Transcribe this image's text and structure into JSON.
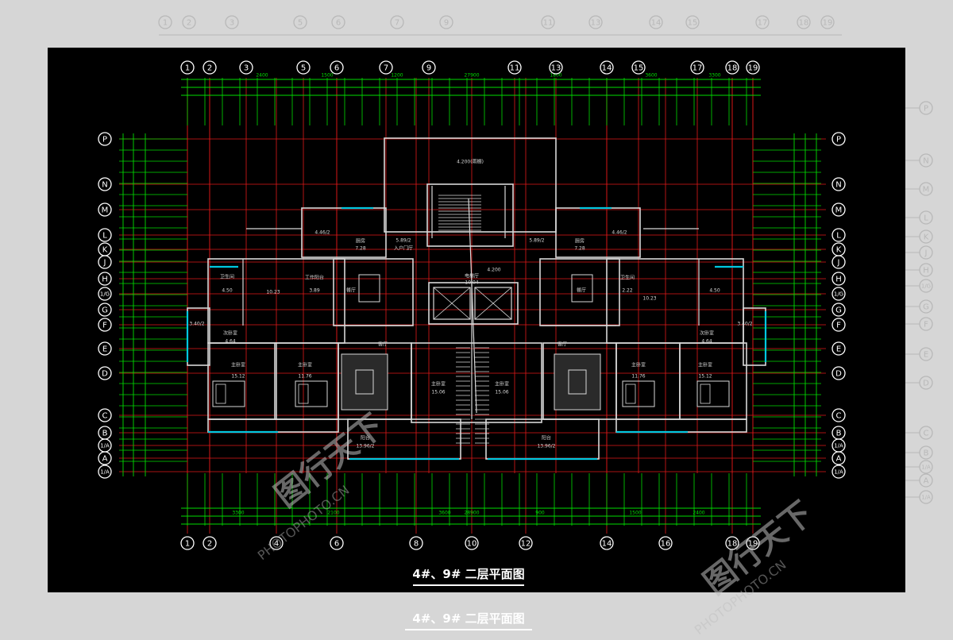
{
  "drawing": {
    "title": "4#、9# 二层平面图",
    "colors": {
      "background": "#000000",
      "page": "#d6d6d6",
      "axis_line": "#e01818",
      "dimension_line": "#00dd00",
      "wall": "#d8d8d8",
      "window": "#00c8e0",
      "bubble": "#ffffff",
      "ghost_bubble": "#b8b8b8"
    },
    "axes_top": [
      "1",
      "2",
      "3",
      "5",
      "6",
      "7",
      "9",
      "11",
      "13",
      "14",
      "15",
      "17",
      "18",
      "19"
    ],
    "axes_bottom": [
      "1",
      "2",
      "4",
      "6",
      "8",
      "10",
      "12",
      "14",
      "16",
      "18",
      "19"
    ],
    "axes_side": [
      "P",
      "N",
      "M",
      "L",
      "K",
      "J",
      "H",
      "1/G",
      "G",
      "F",
      "E",
      "D",
      "C",
      "B",
      "1/A",
      "A",
      "1/A"
    ],
    "ghost_top": [
      "1",
      "2",
      "3",
      "5",
      "6",
      "7",
      "9",
      "11",
      "13",
      "14",
      "15",
      "17",
      "18",
      "19"
    ],
    "ghost_right": [
      "P",
      "N",
      "M",
      "L",
      "K",
      "J",
      "H",
      "1/G",
      "G",
      "F",
      "E",
      "D",
      "C",
      "B",
      "1/A",
      "A",
      "1/A"
    ],
    "room_labels": [
      "4.200(雨棚)",
      "5.89/2",
      "入户门厅",
      "5.89/2",
      "4.200",
      "电梯厅",
      "10.04",
      "4.46/2",
      "厨房",
      "7.28",
      "厨房",
      "7.28",
      "4.46/2",
      "卫生间",
      "4.50",
      "10.23",
      "工作阳台",
      "3.89",
      "餐厅",
      "卫生间",
      "2.22",
      "餐厅",
      "10.23",
      "4.50",
      "3.40/2",
      "次卧室",
      "4.64",
      "主卧室",
      "15.12",
      "主卧室",
      "11.76",
      "主卧室",
      "15.06",
      "客厅",
      "主卧室",
      "15.06",
      "客厅",
      "主卧室",
      "11.76",
      "主卧室",
      "15.12",
      "3.40/2",
      "次卧室",
      "4.64",
      "阳台",
      "13.96/2",
      "阳台",
      "13.96/2"
    ],
    "dimension_samples": [
      "1200",
      "2400",
      "3300",
      "1500",
      "2100",
      "1800",
      "3600",
      "900",
      "27900",
      "28900"
    ],
    "watermark": [
      "图行天下",
      "PHOTOPHOTO.CN"
    ]
  }
}
